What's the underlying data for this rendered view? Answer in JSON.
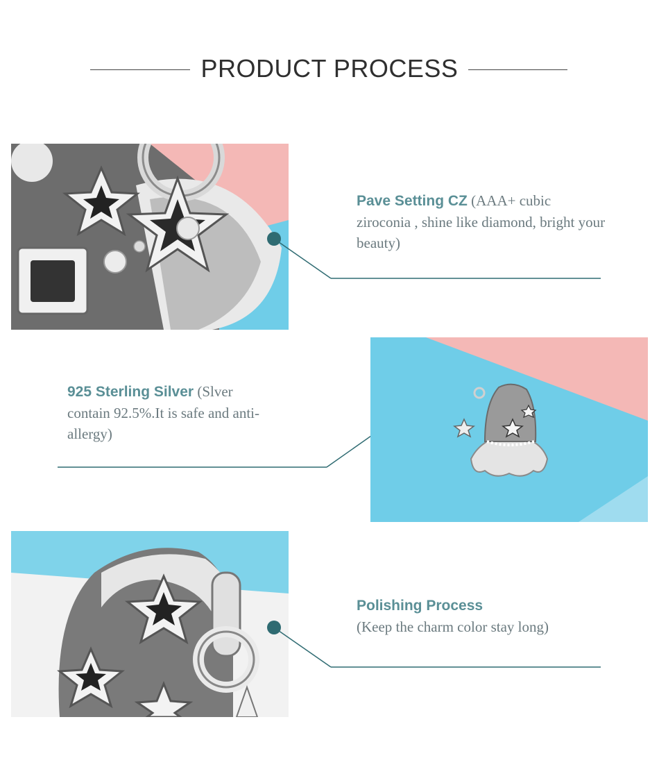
{
  "header": {
    "title": "PRODUCT PROCESS"
  },
  "features": [
    {
      "lead": "Pave Setting CZ",
      "detail": " (AAA+ cubic ziroconia , shine like diamond, bright your beauty)"
    },
    {
      "lead": "925 Sterling Silver",
      "detail": " (Slver contain 92.5%.It is safe and anti-allergy)"
    },
    {
      "lead": "Polishing Process",
      "detail": "(Keep the charm color stay long)"
    }
  ],
  "colors": {
    "accent": "#2f6b72",
    "lead_text": "#5a8f96",
    "body_text": "#6b7a7f",
    "backdrop_pink": "#f4b8b6",
    "backdrop_blue": "#6fcde8"
  },
  "icons": [
    "star-icon",
    "witch-hat-charm-icon"
  ]
}
